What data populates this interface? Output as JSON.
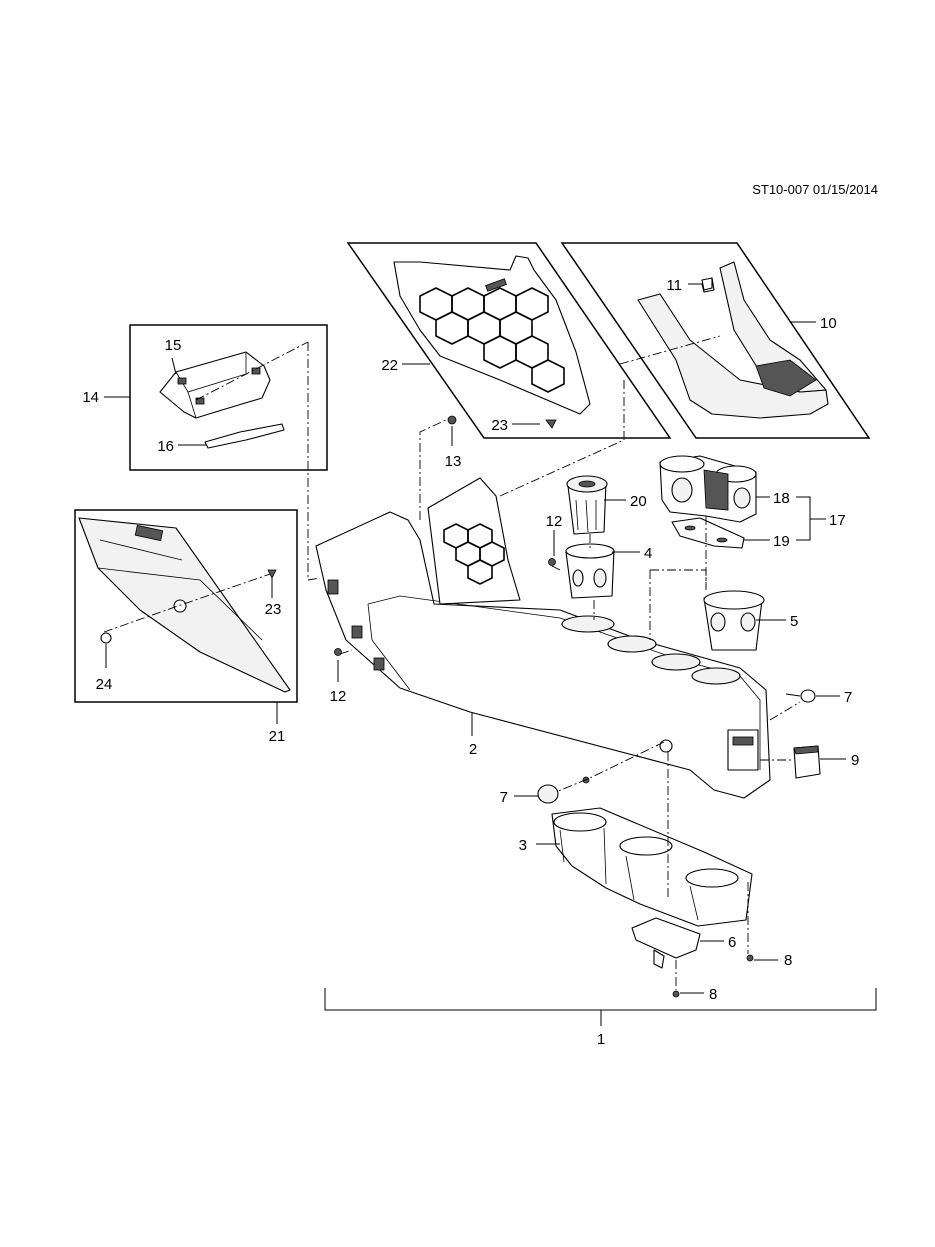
{
  "reference": "ST10-007 01/15/2014",
  "callouts": {
    "c1": "1",
    "c2": "2",
    "c3": "3",
    "c4": "4",
    "c5": "5",
    "c6": "6",
    "c7a": "7",
    "c7b": "7",
    "c8a": "8",
    "c8b": "8",
    "c9": "9",
    "c10": "10",
    "c11": "11",
    "c12a": "12",
    "c12b": "12",
    "c13": "13",
    "c14": "14",
    "c15": "15",
    "c16": "16",
    "c17": "17",
    "c18": "18",
    "c19": "19",
    "c20": "20",
    "c21": "21",
    "c22": "22",
    "c23a": "23",
    "c23b": "23",
    "c24": "24"
  }
}
